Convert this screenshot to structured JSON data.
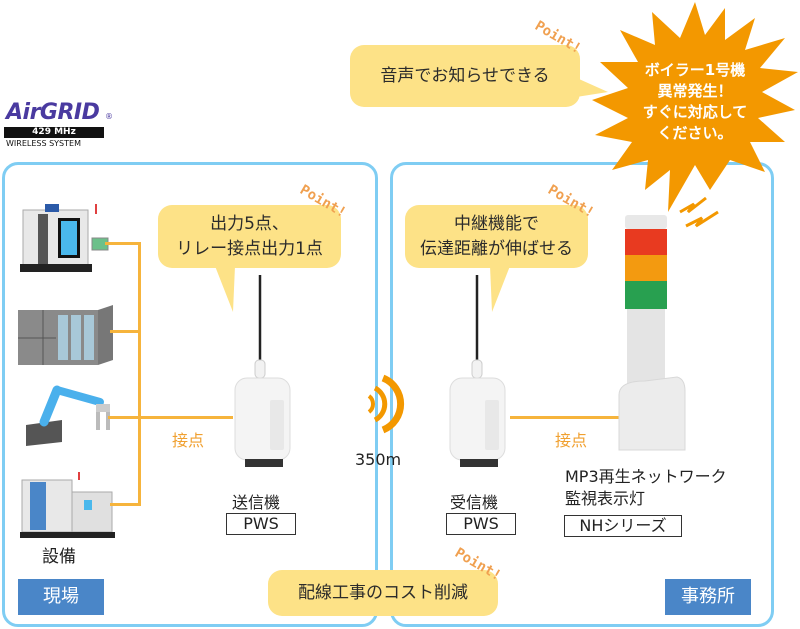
{
  "logo": {
    "brand": "AirGRID",
    "registered": "®",
    "frequency": "429 MHz",
    "tagline": "WIRELESS SYSTEM"
  },
  "point_label": "Point!",
  "bubbles": {
    "voice": "音声でお知らせできる",
    "outputs_line1": "出力5点、",
    "outputs_line2": "リレー接点出力1点",
    "relay_line1": "中継機能で",
    "relay_line2": "伝達距離が伸ばせる",
    "cost": "配線工事のコスト削減"
  },
  "alert": {
    "line1": "ボイラー1号機",
    "line2": "異常発生！",
    "line3": "すぐに対応して",
    "line4": "ください。"
  },
  "left_panel": {
    "equipment_label": "設備",
    "contact_label": "接点",
    "transmitter_label": "送信機",
    "transmitter_model": "PWS",
    "area_tag": "現場"
  },
  "distance": "350m",
  "right_panel": {
    "receiver_label": "受信機",
    "receiver_model": "PWS",
    "contact_label": "接点",
    "light_line1": "MP3再生ネットワーク",
    "light_line2": "監視表示灯",
    "light_model": "NHシリーズ",
    "area_tag": "事務所"
  },
  "colors": {
    "panel_border": "#7fcdf3",
    "bubble_fill": "#fde287",
    "accent_orange": "#f39800",
    "wire": "#f6b43c",
    "tag_blue": "#4a86c8"
  }
}
